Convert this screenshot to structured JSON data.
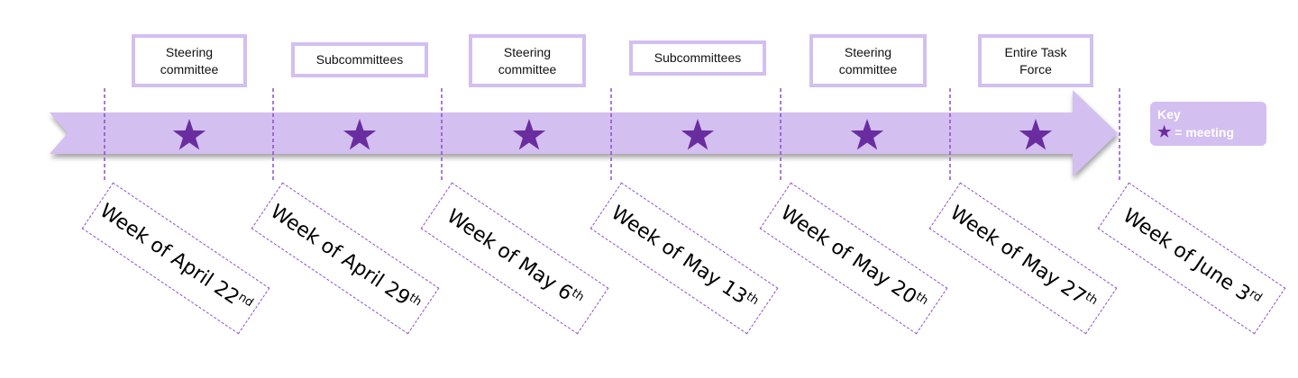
{
  "meetings": [
    {
      "label": "Steering committee"
    },
    {
      "label": "Subcommittees"
    },
    {
      "label": "Steering committee"
    },
    {
      "label": "Subcommittees"
    },
    {
      "label": "Steering committee"
    },
    {
      "label": "Entire Task Force"
    }
  ],
  "weeks": [
    {
      "text": "Week of April 22",
      "suffix": "nd"
    },
    {
      "text": "Week of April 29",
      "suffix": "th"
    },
    {
      "text": "Week of May 6",
      "suffix": "th"
    },
    {
      "text": "Week of May 13",
      "suffix": "th"
    },
    {
      "text": "Week of May 20",
      "suffix": "th"
    },
    {
      "text": "Week of May 27",
      "suffix": "th"
    },
    {
      "text": "Week of June 3",
      "suffix": "rd"
    }
  ],
  "key": {
    "title": "Key",
    "legend": "= meeting",
    "icon": "star-icon"
  },
  "colors": {
    "arrow": "#d3bff0",
    "arrow_shadow": "#7a7a7a",
    "star": "#6a2d9f",
    "dashed_line": "#8e4fc9",
    "label_border": "#d3bff0"
  }
}
